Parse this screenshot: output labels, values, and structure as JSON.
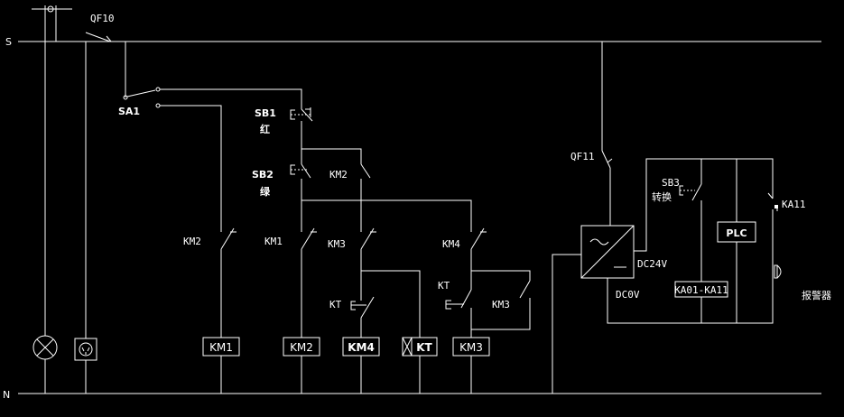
{
  "rails": {
    "top": "S",
    "bottom": "N"
  },
  "breaker_main": "QF10",
  "selector": "SA1",
  "sb1": {
    "tag": "SB1",
    "color": "红"
  },
  "sb2": {
    "tag": "SB2",
    "color": "绿"
  },
  "contacts": {
    "km2_upper": "KM2",
    "km2_left": "KM2",
    "km1": "KM1",
    "km3_mid": "KM3",
    "km4": "KM4",
    "kt_left": "KT",
    "kt_right": "KT",
    "km3_right": "KM3"
  },
  "coils": [
    "KM1",
    "KM2",
    "KM4",
    "KT",
    "KM3"
  ],
  "right_side": {
    "breaker": "QF11",
    "sb3_tag": "SB3",
    "sb3_label": "转换",
    "dc_out": "DC24V",
    "dc_zero": "DC0V",
    "plc": "PLC",
    "relay_contact": "KA11",
    "relay_coil": "KA01-KA11",
    "alarm": "报警器"
  }
}
